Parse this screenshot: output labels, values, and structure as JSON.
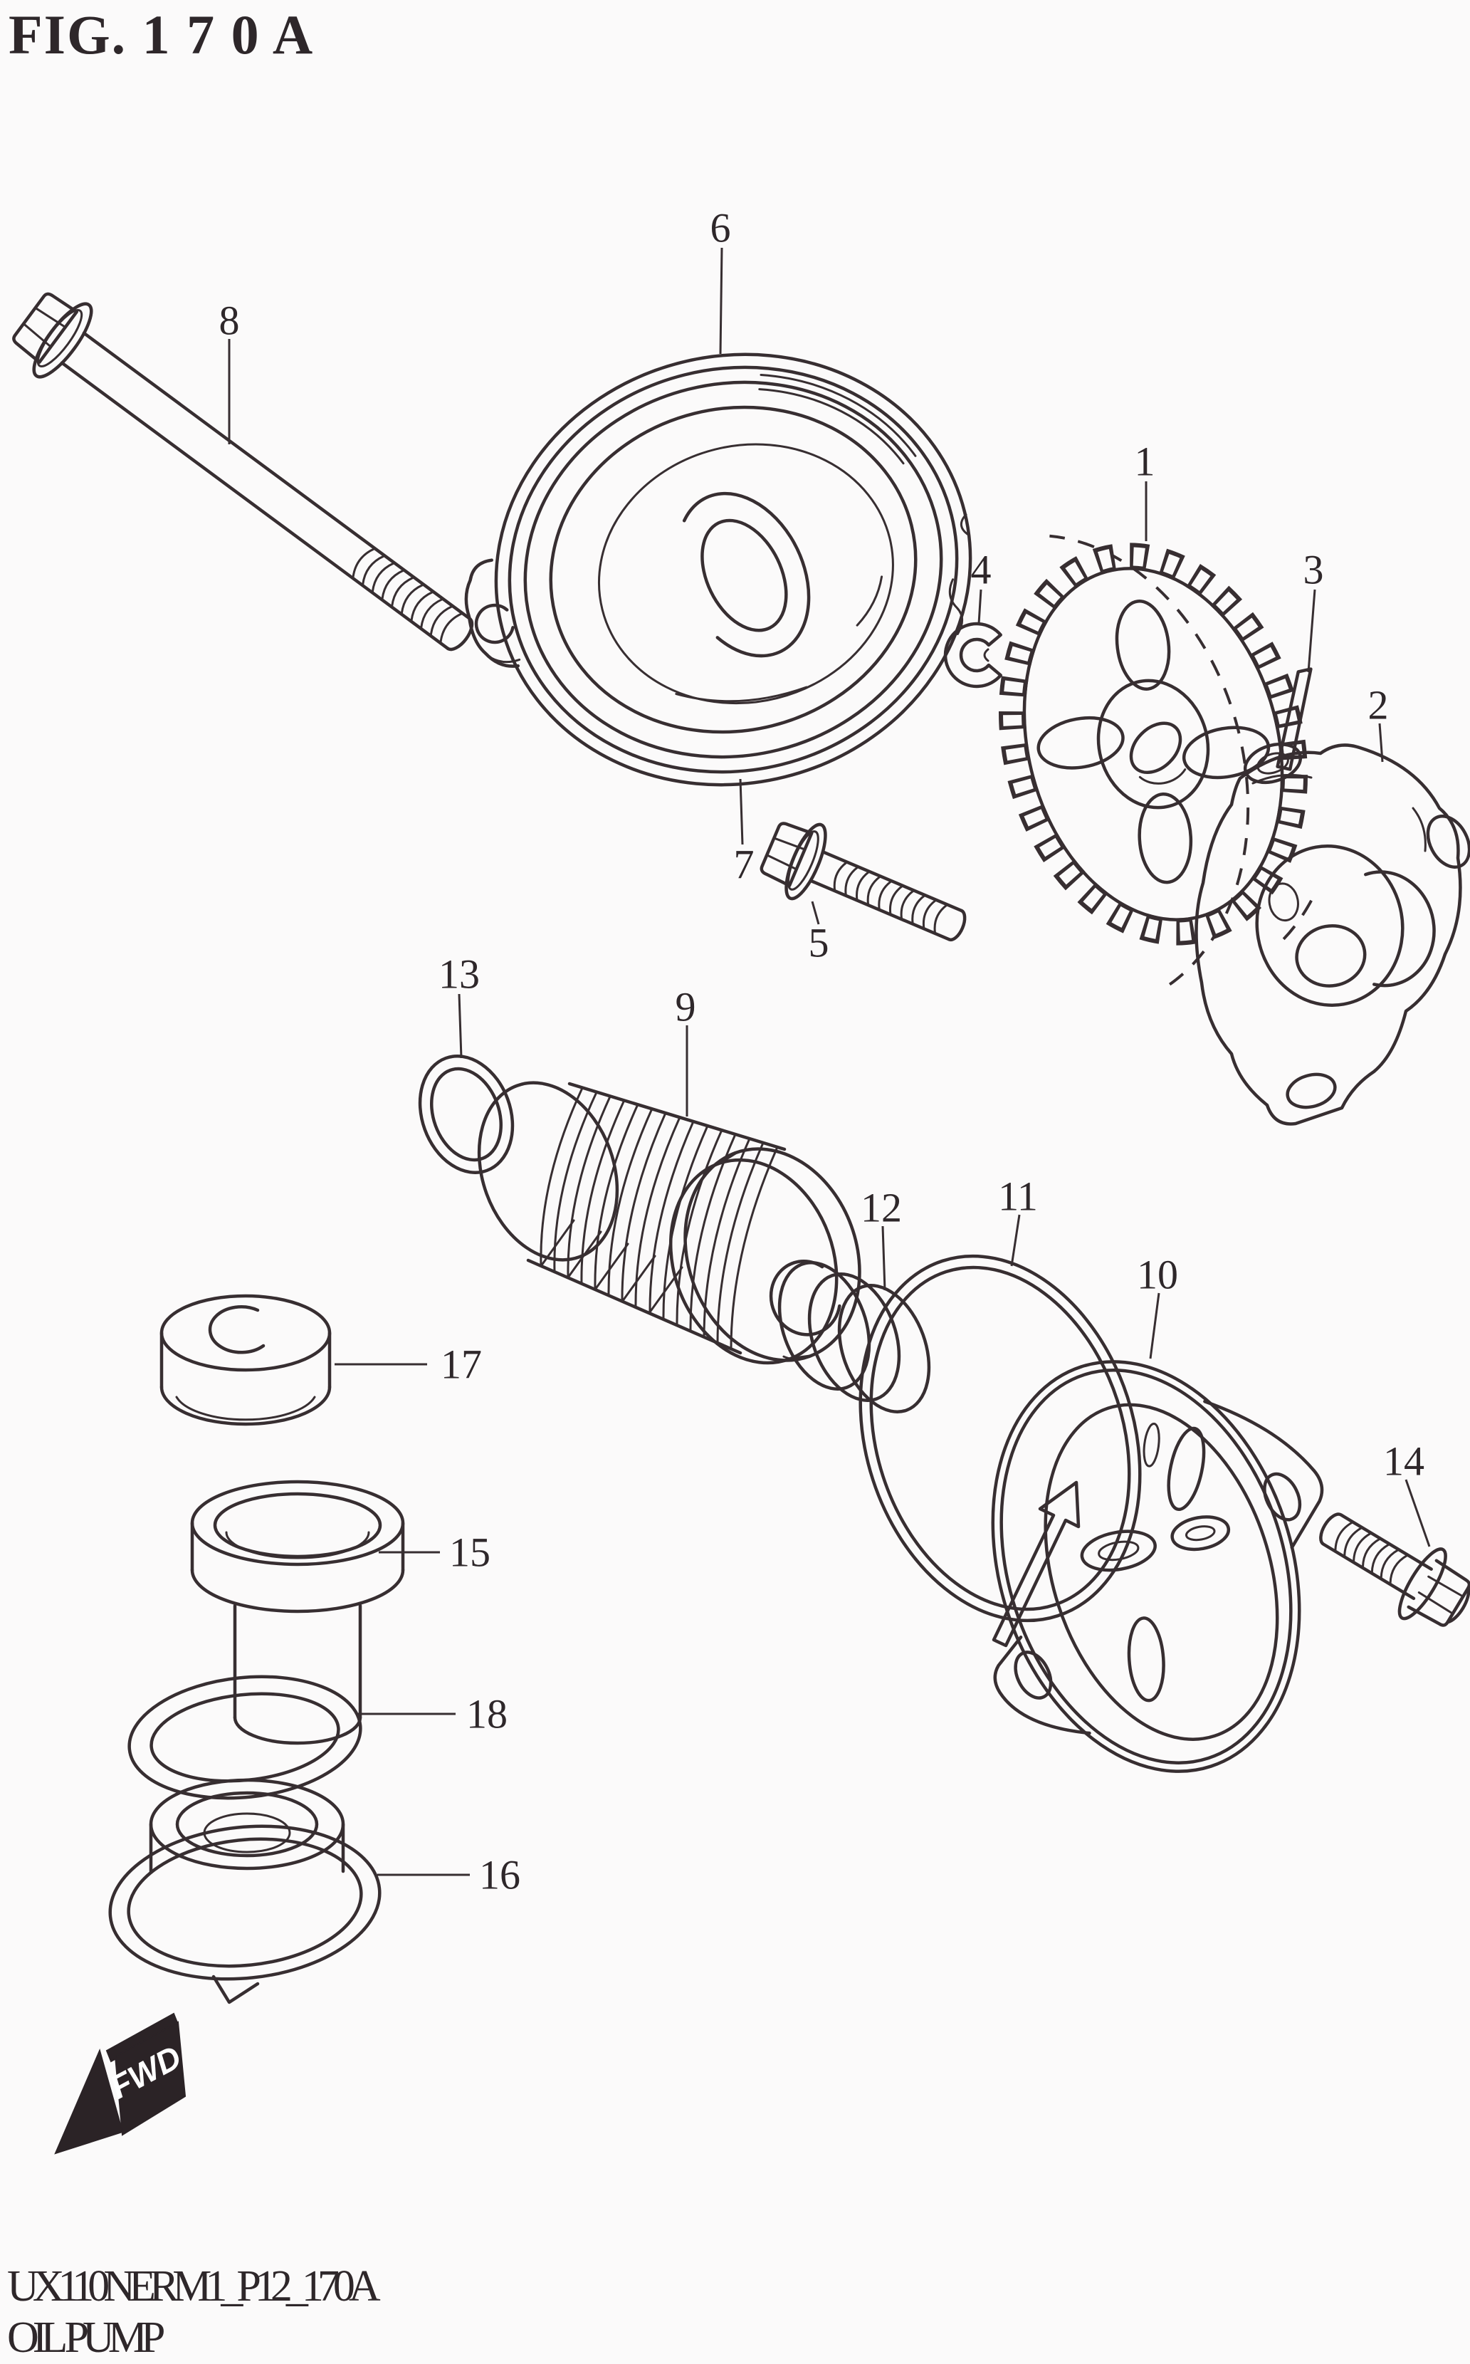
{
  "figure": {
    "title": "FIG. 1 7 0 A"
  },
  "footer": {
    "code": "UX110NERM1_P12_170A",
    "caption": "OIL PUMP"
  },
  "orientation": {
    "label": "FWD"
  },
  "colors": {
    "background": "#fbfafa",
    "line": "#372e31",
    "text": "#2e272a",
    "fwd-fill": "#2b2326",
    "fwd-text": "#ffffff"
  },
  "callouts": [
    {
      "label": "1"
    },
    {
      "label": "2"
    },
    {
      "label": "3"
    },
    {
      "label": "4"
    },
    {
      "label": "5"
    },
    {
      "label": "6"
    },
    {
      "label": "7"
    },
    {
      "label": "8"
    },
    {
      "label": "9"
    },
    {
      "label": "10"
    },
    {
      "label": "11"
    },
    {
      "label": "12"
    },
    {
      "label": "13"
    },
    {
      "label": "14"
    },
    {
      "label": "15"
    },
    {
      "label": "16"
    },
    {
      "label": "17"
    },
    {
      "label": "18"
    }
  ]
}
